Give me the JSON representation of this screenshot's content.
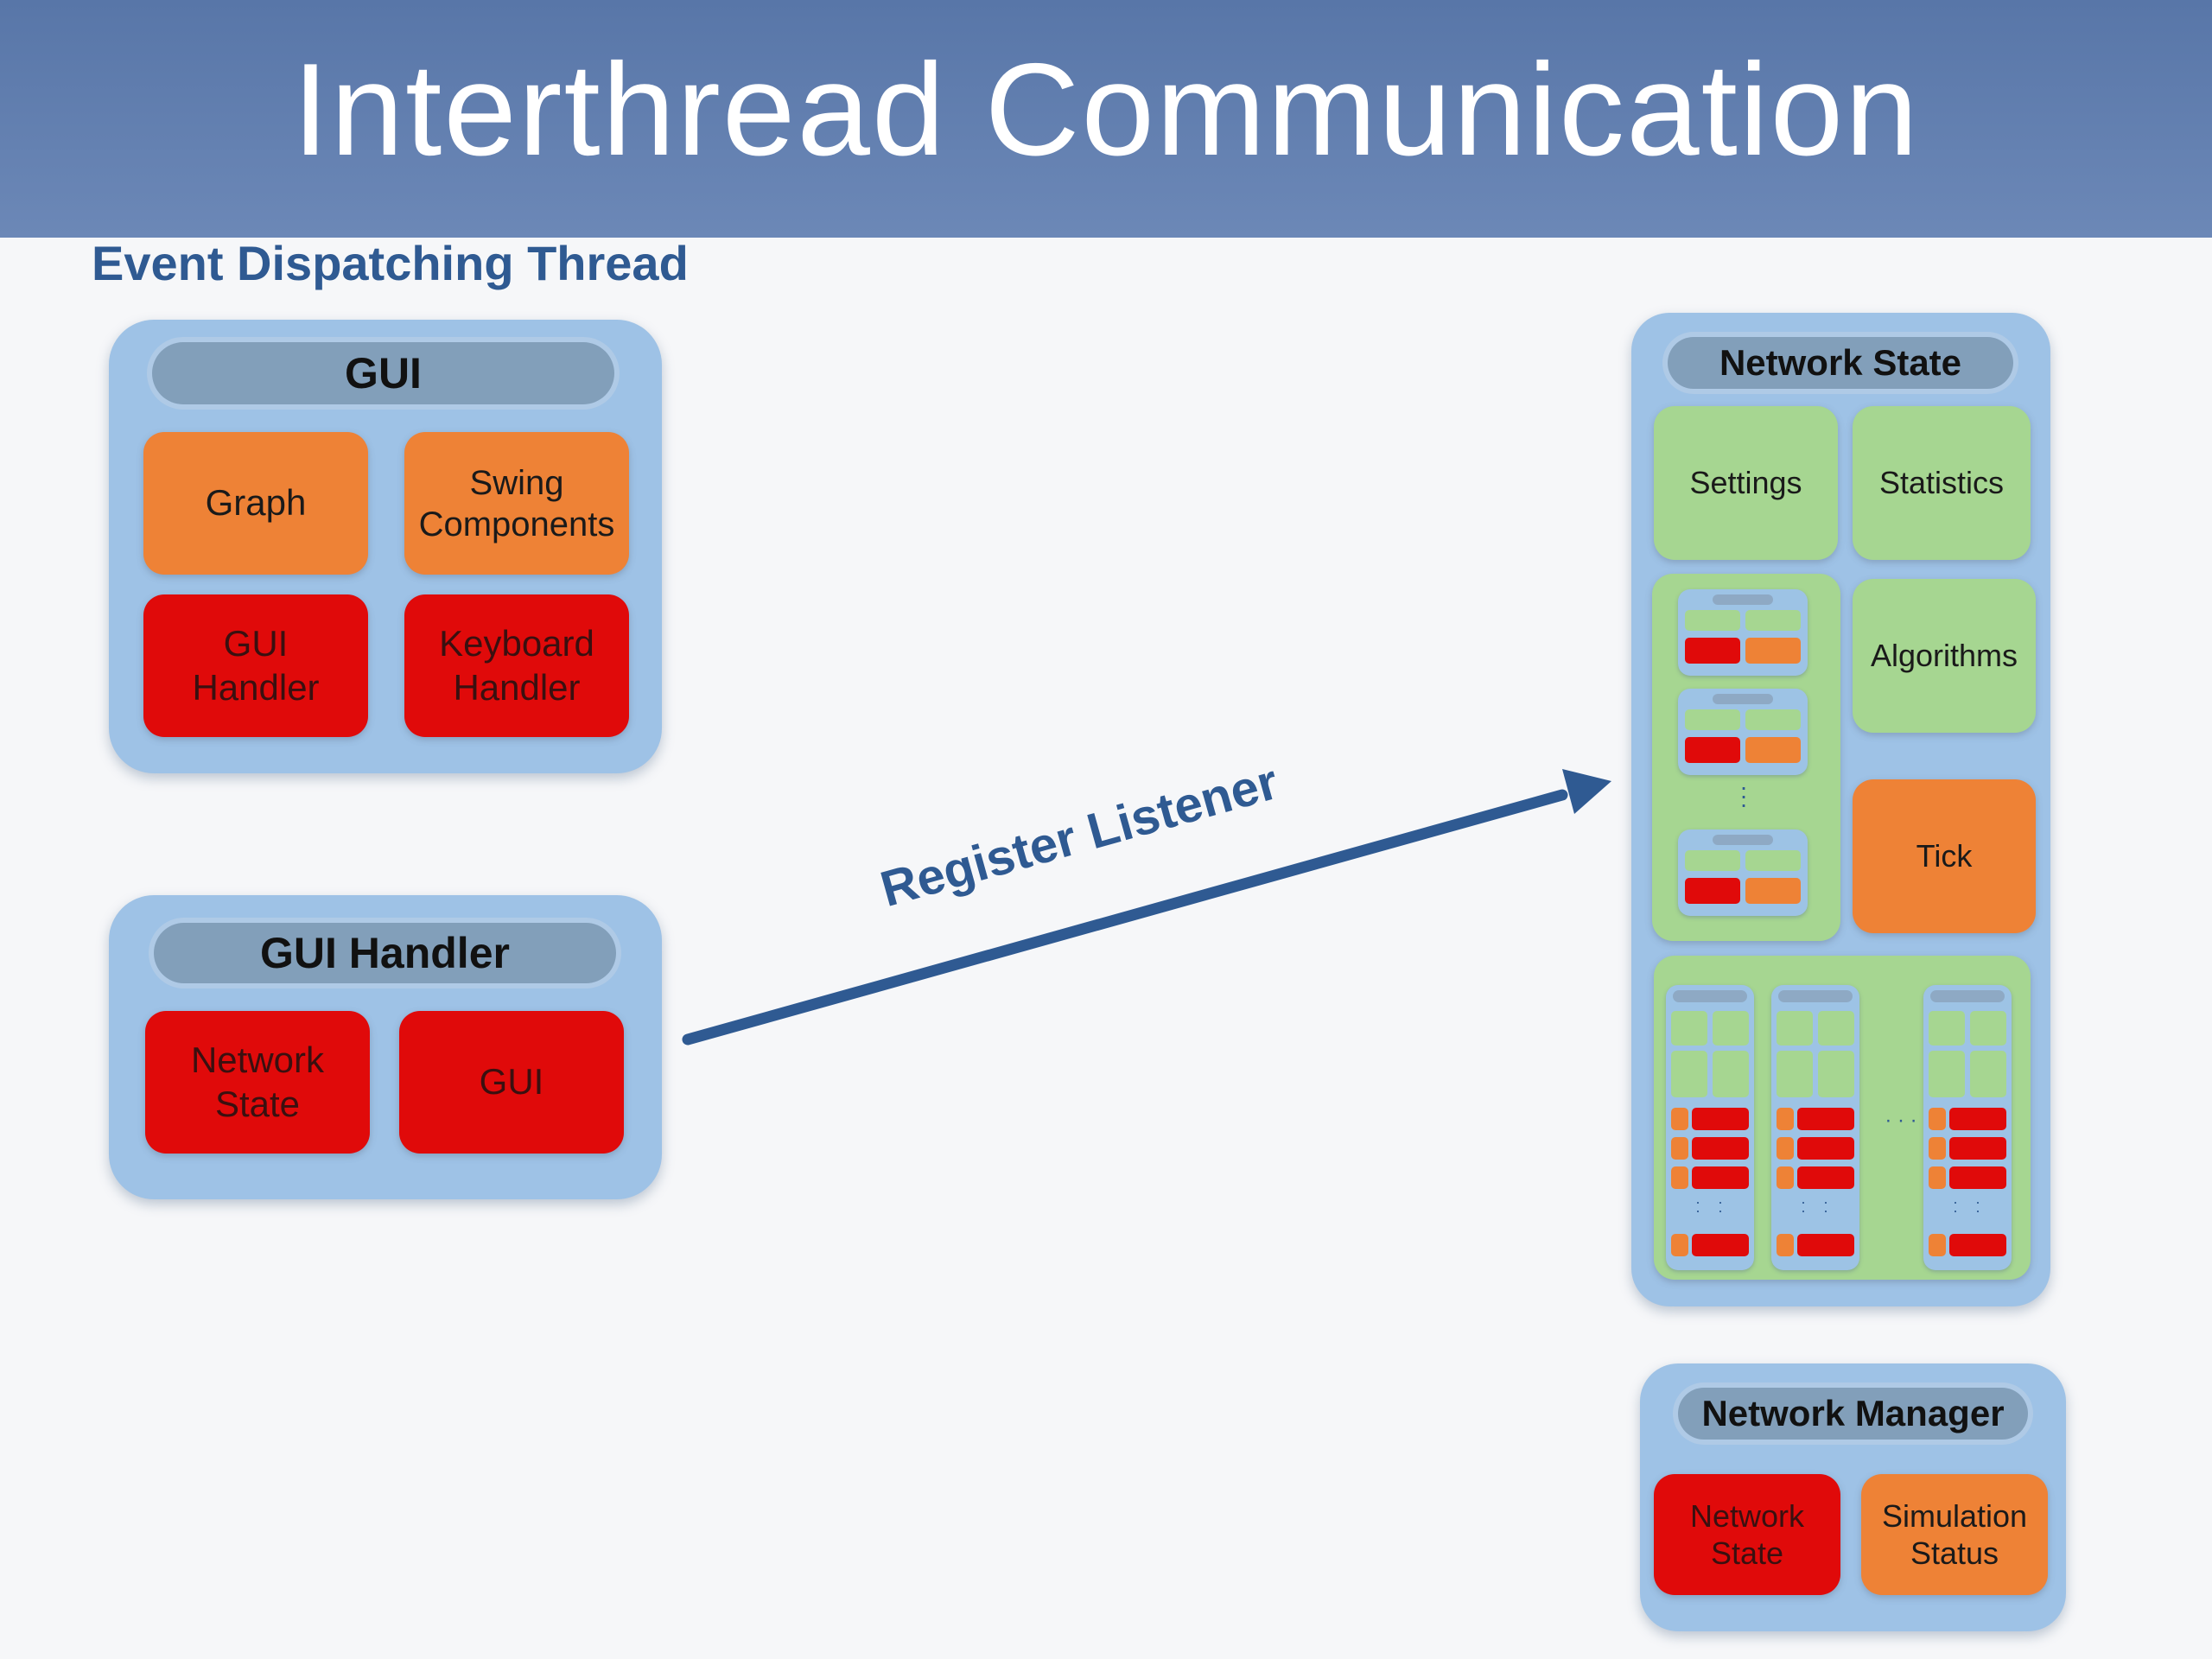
{
  "title": "Interthread Communication",
  "section_label": "Event Dispatching Thread",
  "gui_panel": {
    "title": "GUI",
    "boxes": [
      "Graph",
      "Swing\nComponents",
      "GUI\nHandler",
      "Keyboard\nHandler"
    ]
  },
  "gui_handler_panel": {
    "title": "GUI Handler",
    "boxes": [
      "Network\nState",
      "GUI"
    ]
  },
  "arrow_label": "Register Listener",
  "network_state_panel": {
    "title": "Network State",
    "boxes": [
      "Settings",
      "Statistics",
      "Algorithms",
      "Tick"
    ]
  },
  "network_manager_panel": {
    "title": "Network Manager",
    "boxes": [
      "Network\nState",
      "Simulation\nStatus"
    ]
  },
  "colors": {
    "header": "#5876a8",
    "panel": "#9ec2e6",
    "orange": "#ee8236",
    "red": "#e00a0a",
    "green": "#a6d691",
    "arrow": "#2f5a92"
  }
}
